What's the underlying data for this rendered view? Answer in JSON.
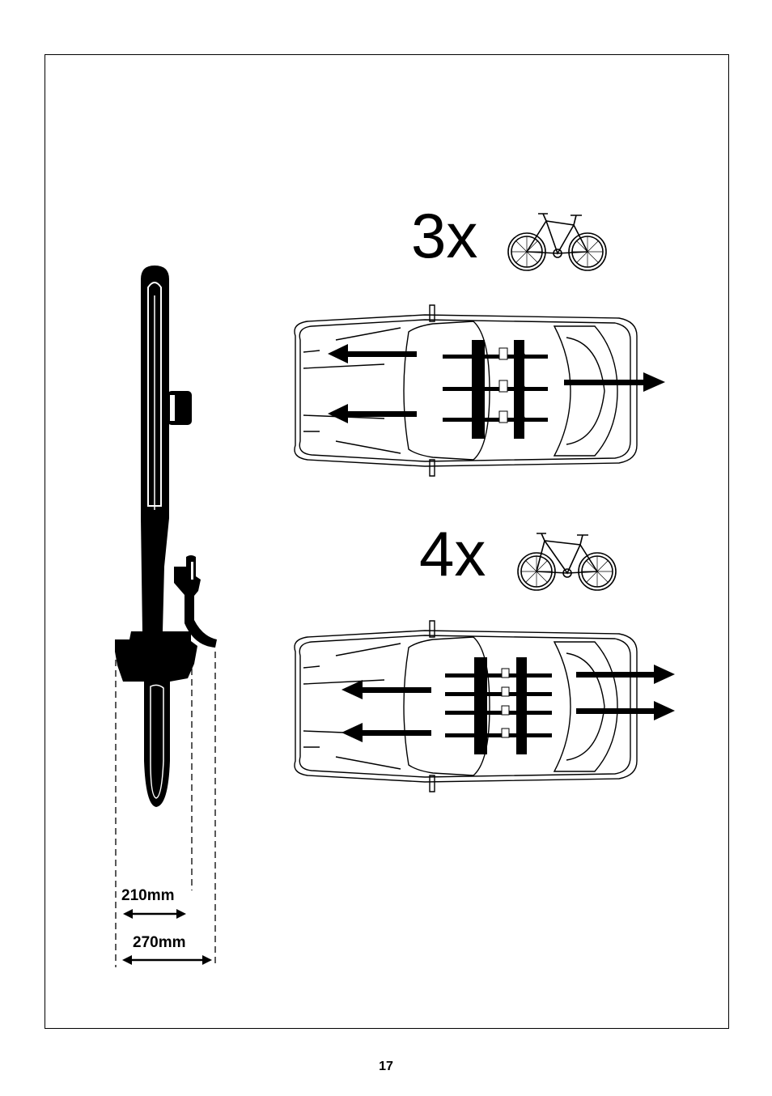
{
  "config_3x": {
    "label": "3x",
    "bike_icon": "bicycle-icon"
  },
  "config_4x": {
    "label": "4x",
    "bike_icon": "bicycle-icon"
  },
  "dimensions": {
    "inner_width": "210mm",
    "outer_width": "270mm"
  },
  "page": {
    "number": "17"
  }
}
